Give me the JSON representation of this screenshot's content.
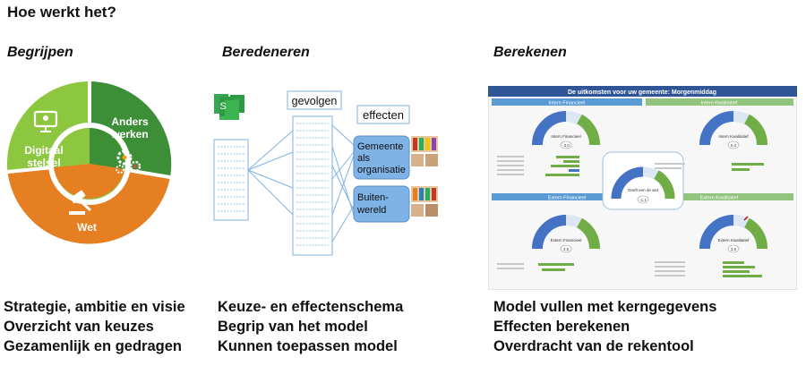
{
  "page": {
    "title": "Hoe werkt het?"
  },
  "columns": [
    {
      "heading": "Begrijpen",
      "bullets": [
        "Strategie, ambitie en visie",
        "Overzicht van keuzes",
        "Gezamenlijk en gedragen"
      ],
      "segments": [
        {
          "label": "Digitaal stelsel",
          "line1": "Digitaal",
          "line2": "stelsel",
          "color": "#8dc63f",
          "icon": "monitor-icon"
        },
        {
          "label": "Anders werken",
          "line1": "Anders",
          "line2": "werken",
          "color": "#3c8f36",
          "icon": "gears-icon"
        },
        {
          "label": "Wet",
          "line1": "Wet",
          "line2": "",
          "color": "#e67e22",
          "icon": "gavel-icon"
        }
      ]
    },
    {
      "heading": "Beredeneren",
      "bullets": [
        "Keuze- en effectenschema",
        "Begrip van het model",
        "Kunnen toepassen model"
      ],
      "schema": {
        "doc_stack_label": "S",
        "gevolgen_label": "gevolgen",
        "effecten_label": "effecten",
        "gemeente_line1": "Gemeente",
        "gemeente_line2": "als",
        "gemeente_line3": "organisatie",
        "buiten_line1": "Buiten-",
        "buiten_line2": "wereld",
        "accent": "#7fb2e5"
      }
    },
    {
      "heading": "Berekenen",
      "bullets": [
        "Model vullen met kerngegevens",
        "Effecten berekenen",
        "Overdracht van de rekentool"
      ],
      "dashboard": {
        "header": "De uitkomsten voor uw gemeente: Morgenmiddag",
        "panels": [
          {
            "label": "Intern Financieel",
            "gauge_label": "Intern Financieel",
            "value": "-3,0",
            "band": "#5b9bd5"
          },
          {
            "label": "Intern Kwalitatief",
            "gauge_label": "Intern Kwalitatief",
            "value": "0,3",
            "band": "#92c47d"
          },
          {
            "label": "Extern Financieel",
            "gauge_label": "Extern Financieel",
            "value": "4,5",
            "band": "#5b9bd5"
          },
          {
            "label": "Extern Kwalitatief",
            "gauge_label": "Extern Kwalitatief",
            "value": "3,6",
            "band": "#92c47d"
          }
        ],
        "center_gauge": {
          "label": "Geeft een de wet",
          "value": "-1,1"
        },
        "colors": {
          "header": "#2f5597",
          "blue": "#4472c4",
          "green": "#70ad47",
          "red": "#c00000"
        }
      }
    }
  ]
}
